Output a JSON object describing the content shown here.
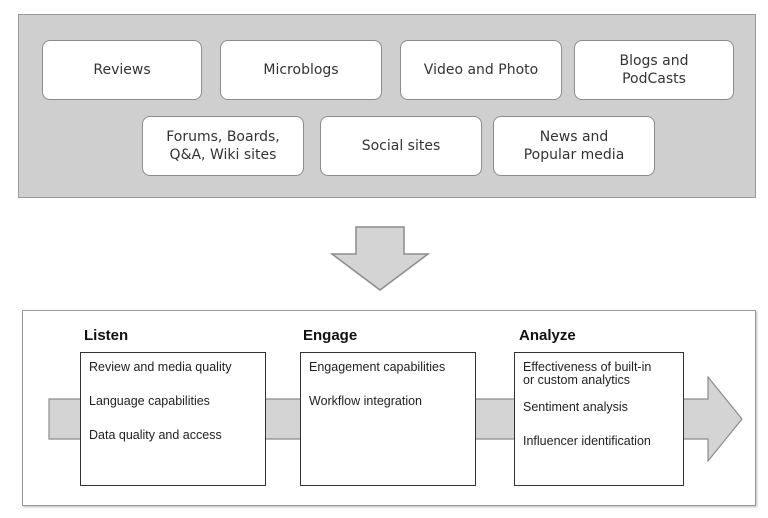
{
  "sources": [
    {
      "label": "Reviews"
    },
    {
      "label": "Microblogs"
    },
    {
      "label": "Video and Photo"
    },
    {
      "label": "Blogs and\nPodCasts"
    },
    {
      "label": "Forums, Boards,\nQ&A, Wiki sites"
    },
    {
      "label": "Social sites"
    },
    {
      "label": "News and\nPopular media"
    }
  ],
  "stages": [
    {
      "title": "Listen",
      "items": [
        "Review and media quality",
        "Language capabilities",
        "Data quality and access"
      ]
    },
    {
      "title": "Engage",
      "items": [
        "Engagement capabilities",
        "Workflow integration"
      ]
    },
    {
      "title": "Analyze",
      "items": [
        "Effectiveness of built-in\nor custom analytics",
        "Sentiment analysis",
        "Influencer identification"
      ]
    }
  ],
  "colors": {
    "panel_fill": "#cfcfcf",
    "arrow_fill": "#d4d4d4",
    "stroke": "#8c8c8c"
  }
}
